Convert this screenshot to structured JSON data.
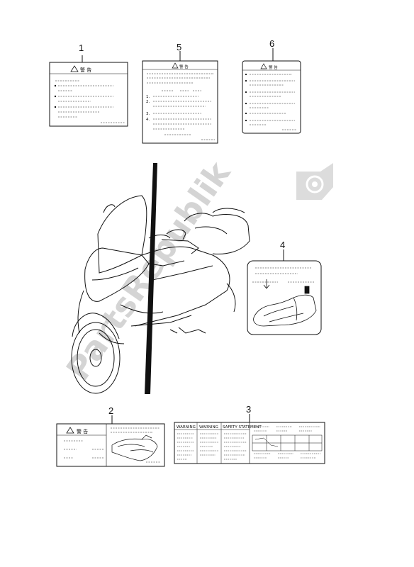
{
  "callouts": [
    "1",
    "5",
    "6",
    "4",
    "2",
    "3"
  ],
  "label_texts": {
    "warning_kanji": "警 告",
    "list_numbers_5": [
      "1.",
      "2.",
      "3.",
      "4."
    ],
    "label3_heads": [
      "WARNING",
      "WARNING",
      "SAFETY STATEMENT"
    ]
  },
  "watermark": {
    "text": "PartsRepublik",
    "icon": "gear-icon"
  },
  "colors": {
    "line": "#111111",
    "watermark": "#d4d4d4"
  }
}
